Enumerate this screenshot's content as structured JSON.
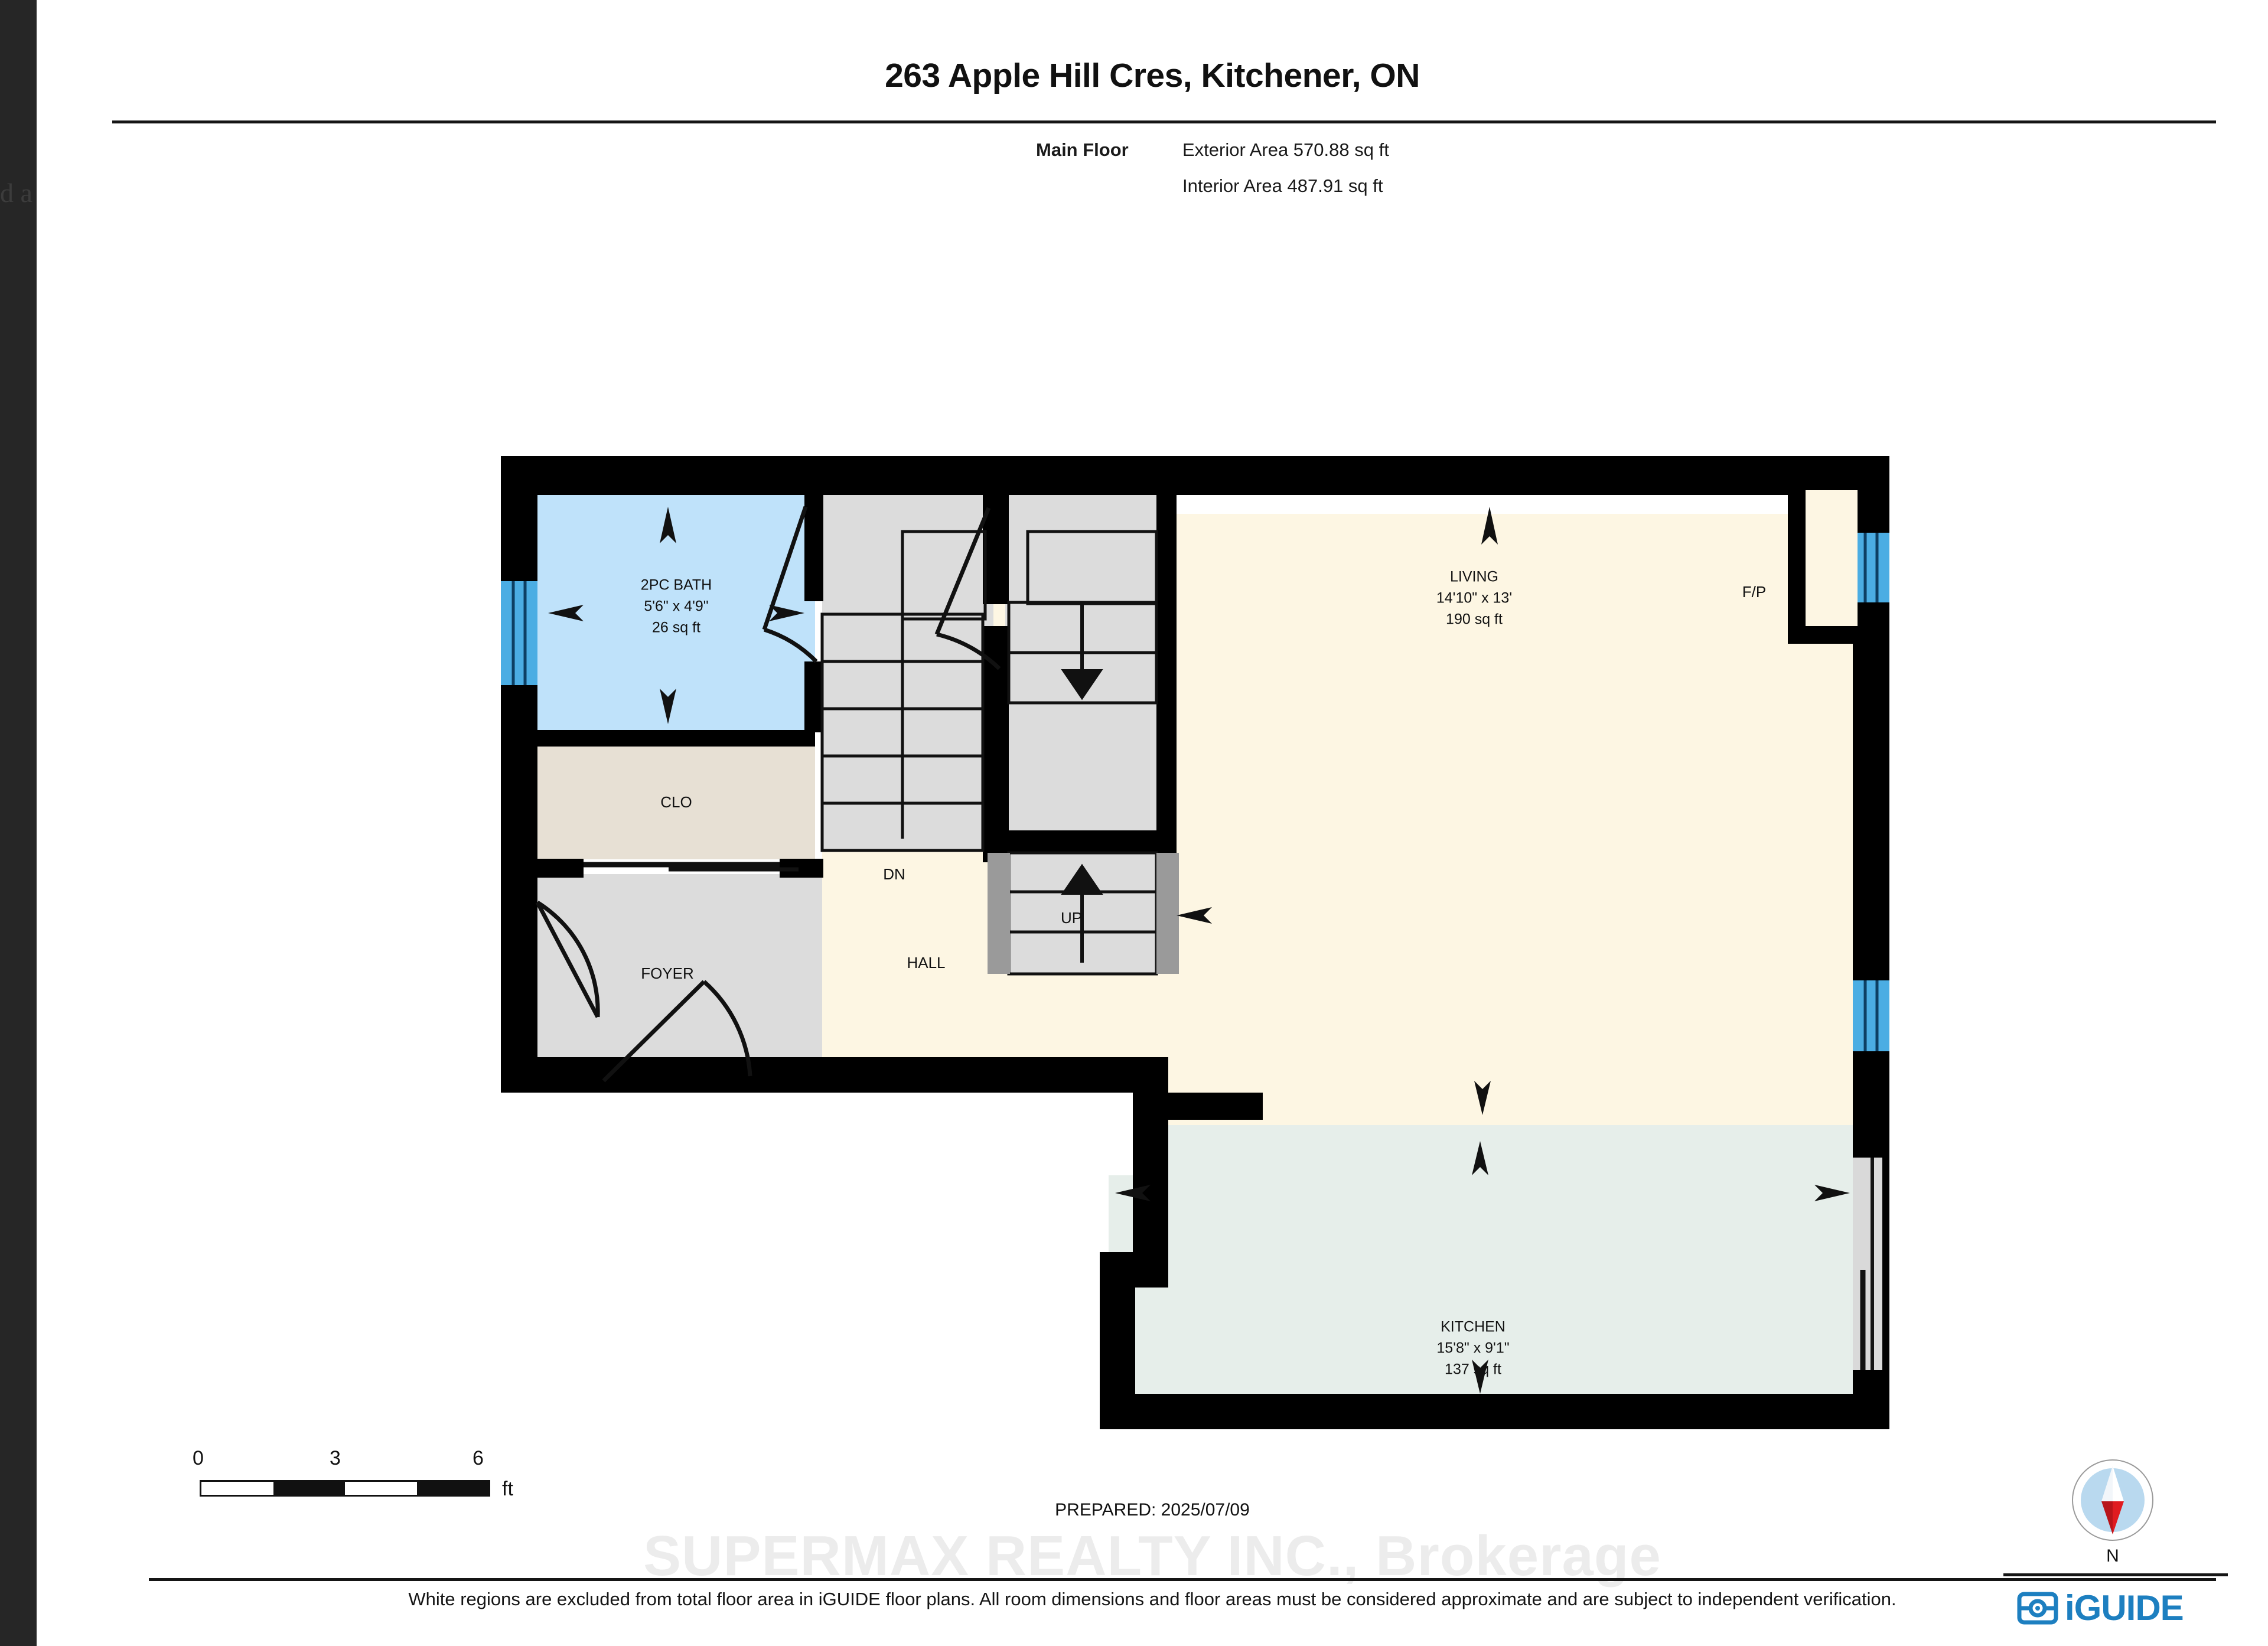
{
  "backdrop": {
    "partial_text": "d a"
  },
  "header": {
    "title": "263 Apple Hill Cres, Kitchener, ON",
    "floor_label": "Main Floor",
    "exterior_area": "Exterior Area 570.88 sq ft",
    "interior_area": "Interior Area 487.91 sq ft"
  },
  "rooms": {
    "bath": {
      "name": "2PC BATH",
      "dim": "5'6\" x 4'9\"",
      "area": "26 sq ft",
      "color": "#bfe2fa"
    },
    "clo": {
      "name": "CLO",
      "color": "#e7e0d4"
    },
    "foyer": {
      "name": "FOYER",
      "color": "#dcdcdc"
    },
    "hall": {
      "name": "HALL",
      "color": "#fdf6e3"
    },
    "living": {
      "name": "LIVING",
      "dim": "14'10\" x 13'",
      "area": "190 sq ft",
      "color": "#fdf6e3"
    },
    "kitchen": {
      "name": "KITCHEN",
      "dim": "15'8\" x 9'1\"",
      "area": "137 sq ft",
      "color": "#e6eeea"
    },
    "fireplace": {
      "name": "F/P"
    }
  },
  "stairs": {
    "down_label": "DN",
    "up_label": "UP",
    "tread_color": "#dcdcdc"
  },
  "colors": {
    "wall": "#000000",
    "window": "#4badE3",
    "slider": "#d9d9d9",
    "accent_blue": "#1d7fc0",
    "compass_red": "#e01b20",
    "compass_disc": "#b9d9ef"
  },
  "scale": {
    "t0": "0",
    "t3": "3",
    "t6": "6",
    "unit": "ft"
  },
  "footer": {
    "prepared": "PREPARED: 2025/07/09",
    "watermark": "SUPERMAX REALTY INC., Brokerage",
    "disclaimer": "White regions are excluded from total floor area in iGUIDE floor plans. All room dimensions and floor areas must be considered approximate and are subject to independent verification.",
    "compass_label": "N",
    "logo_text": "iGUIDE"
  }
}
